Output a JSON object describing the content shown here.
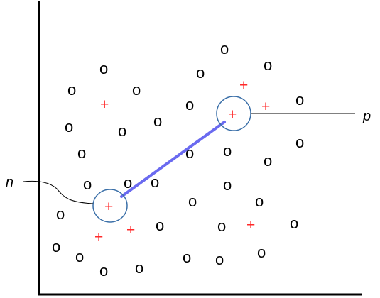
{
  "diagram": {
    "label_p": "p",
    "label_n": "n",
    "circle_glyph": "o",
    "cross_glyph": "+",
    "colors": {
      "axes": "#000000",
      "circle_points": "#000000",
      "cross_points": "#ff2a2a",
      "connector": "#6a6af0",
      "highlight_ring": "#3a6fa8",
      "callout_line": "#000000"
    }
  }
}
